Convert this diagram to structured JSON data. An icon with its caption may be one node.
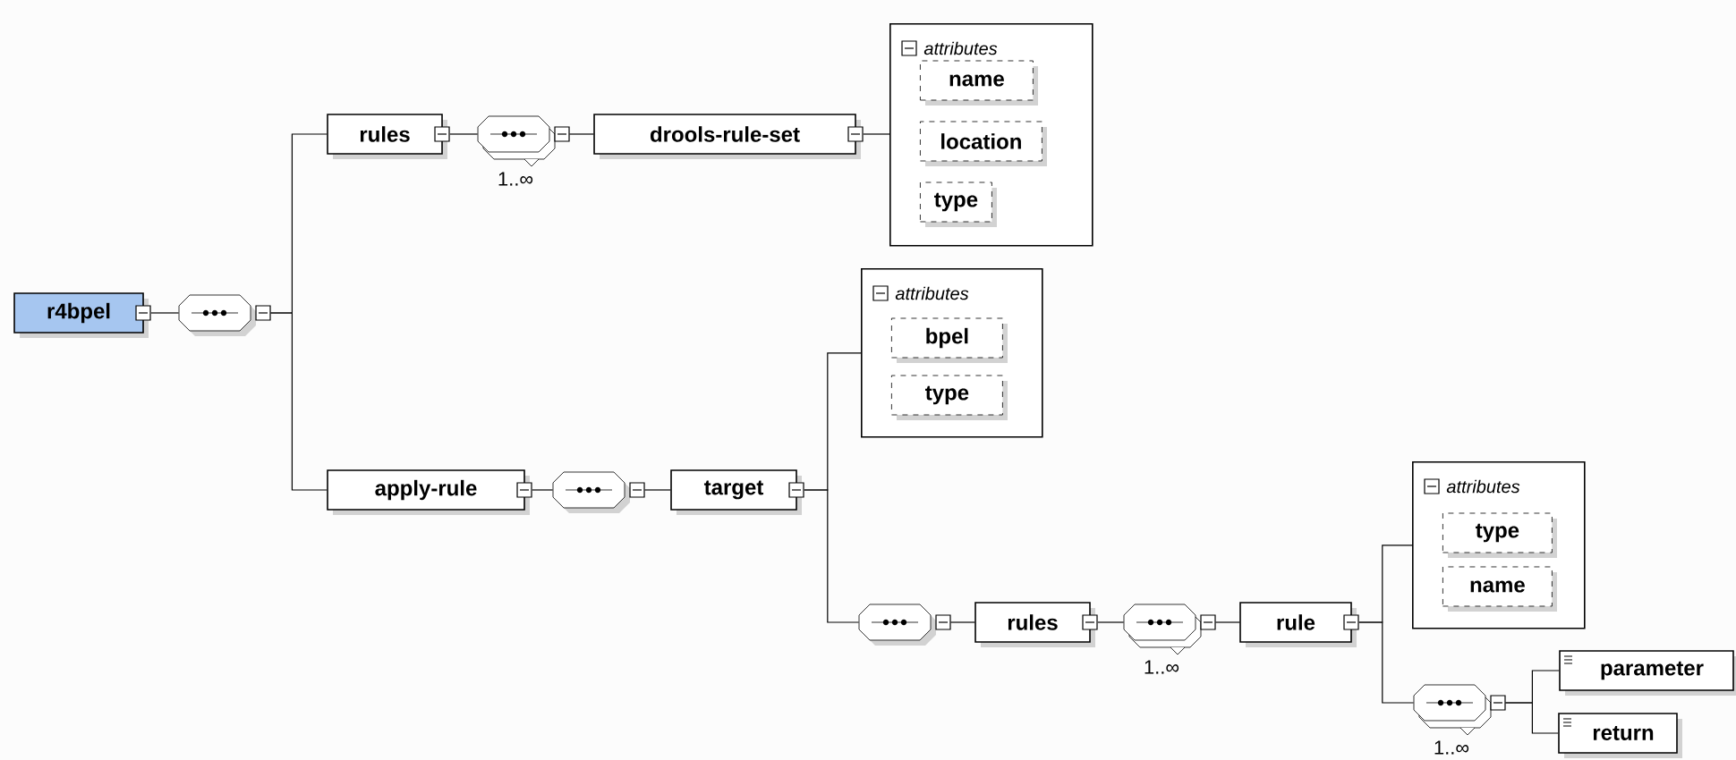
{
  "diagram": {
    "nodes": [
      {
        "text": [
          "r4bpel"
        ]
      },
      {
        "text": [],
        "shape": "octagon"
      },
      {
        "text": [
          "rules"
        ]
      },
      {
        "text": [],
        "shape": "octagon",
        "beside": [
          "1..∞"
        ]
      },
      {
        "text": [
          "drools-rule-set"
        ]
      },
      {
        "text": [
          "attributes"
        ]
      },
      {
        "text": [
          "name"
        ],
        "in": 5
      },
      {
        "text": [
          "location"
        ],
        "in": 5
      },
      {
        "text": [
          "type"
        ],
        "in": 5
      },
      {
        "text": [
          "apply-rule"
        ]
      },
      {
        "text": [],
        "shape": "octagon"
      },
      {
        "text": [
          "target"
        ]
      },
      {
        "text": [
          "attributes"
        ]
      },
      {
        "text": [
          "bpel"
        ],
        "in": 12
      },
      {
        "text": [
          "type"
        ],
        "in": 12
      },
      {
        "text": [],
        "shape": "octagon"
      },
      {
        "text": [
          "rules"
        ]
      },
      {
        "text": [],
        "shape": "octagon",
        "beside": [
          "1..∞"
        ]
      },
      {
        "text": [
          "rule"
        ]
      },
      {
        "text": [
          "attributes"
        ]
      },
      {
        "text": [
          "type"
        ],
        "in": 19
      },
      {
        "text": [
          "name"
        ],
        "in": 19
      },
      {
        "text": [],
        "shape": "octagon",
        "beside": [
          "1..∞"
        ]
      },
      {
        "text": [
          "parameter"
        ]
      },
      {
        "text": [
          "return"
        ]
      }
    ],
    "edges": [
      {
        "from": 0,
        "to": 1,
        "arrow": "none"
      },
      {
        "from": 1,
        "to": 2,
        "arrow": "none"
      },
      {
        "from": 1,
        "to": 9,
        "arrow": "none"
      },
      {
        "from": 2,
        "to": 3,
        "arrow": "none"
      },
      {
        "from": 3,
        "to": 4,
        "arrow": "none"
      },
      {
        "from": 4,
        "to": 5,
        "arrow": "none"
      },
      {
        "from": 9,
        "to": 10,
        "arrow": "none"
      },
      {
        "from": 10,
        "to": 11,
        "arrow": "none"
      },
      {
        "from": 11,
        "to": 12,
        "arrow": "none"
      },
      {
        "from": 11,
        "to": 15,
        "arrow": "none"
      },
      {
        "from": 15,
        "to": 16,
        "arrow": "none"
      },
      {
        "from": 16,
        "to": 17,
        "arrow": "none"
      },
      {
        "from": 17,
        "to": 18,
        "arrow": "none"
      },
      {
        "from": 18,
        "to": 19,
        "arrow": "none"
      },
      {
        "from": 18,
        "to": 22,
        "arrow": "none"
      },
      {
        "from": 22,
        "to": 23,
        "arrow": "none"
      },
      {
        "from": 22,
        "to": 24,
        "arrow": "none"
      }
    ]
  }
}
